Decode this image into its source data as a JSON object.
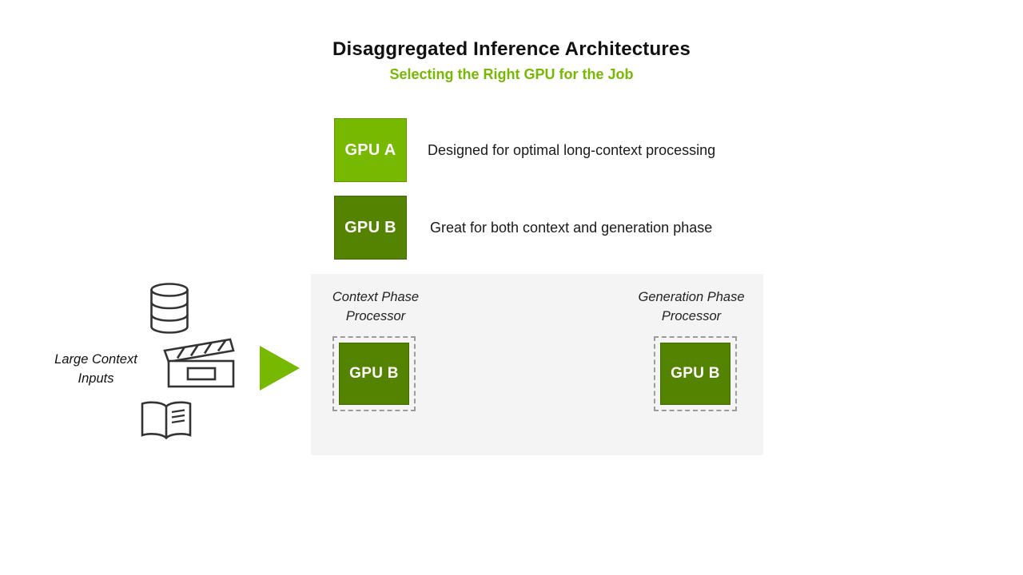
{
  "header": {
    "title": "Disaggregated Inference Architectures",
    "subtitle": "Selecting the Right GPU for the Job"
  },
  "colors": {
    "accent": "#76b900",
    "gpu_a": "#76b900",
    "gpu_b": "#538300",
    "panel_bg": "#f4f4f4"
  },
  "legend": [
    {
      "gpu_label": "GPU A",
      "description": "Designed for optimal long-context processing"
    },
    {
      "gpu_label": "GPU B",
      "description": "Great for both context and generation phase"
    }
  ],
  "inputs": {
    "label_line1": "Large Context",
    "label_line2": "Inputs",
    "icons": [
      "database-icon",
      "clapperboard-icon",
      "open-book-icon"
    ]
  },
  "diagram": {
    "context": {
      "title_line1": "Context Phase",
      "title_line2": "Processor",
      "gpu_label": "GPU B"
    },
    "generation": {
      "title_line1": "Generation Phase",
      "title_line2": "Processor",
      "gpu_label": "GPU B"
    }
  }
}
